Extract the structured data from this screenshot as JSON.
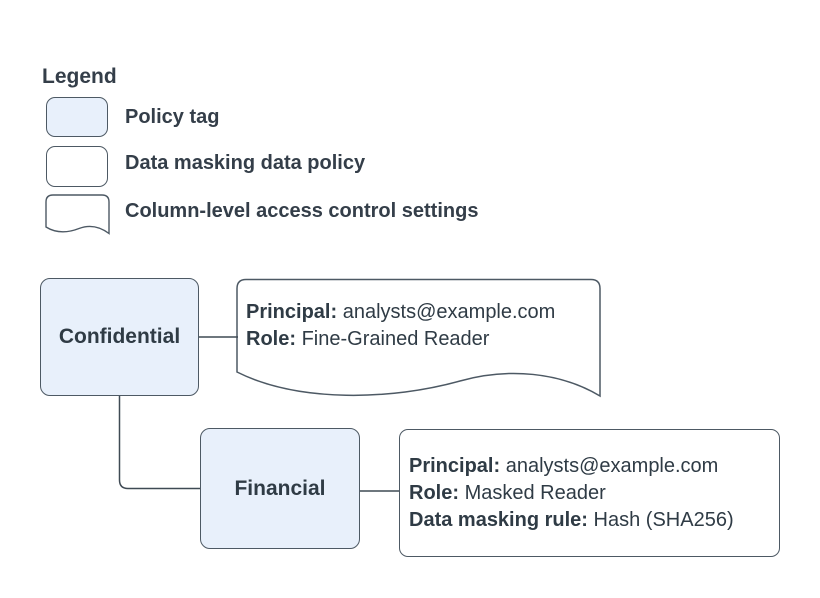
{
  "colors": {
    "policy_tag_fill": "#e8f0fb",
    "shape_fill": "#ffffff",
    "stroke": "#4d5964",
    "connector": "#3f4a54",
    "text": "#2f3b45"
  },
  "legend": {
    "title": "Legend",
    "items": [
      {
        "shape": "policy-tag-swatch",
        "label": "Policy tag"
      },
      {
        "shape": "data-masking-policy-swatch",
        "label": "Data masking data policy"
      },
      {
        "shape": "column-access-swatch",
        "label": "Column-level access control settings"
      }
    ]
  },
  "diagram": {
    "policy_tags": [
      {
        "label": "Confidential"
      },
      {
        "label": "Financial"
      }
    ],
    "access_control": {
      "lines": [
        {
          "label": "Principal:",
          "value": "analysts@example.com"
        },
        {
          "label": "Role:",
          "value": "Fine-Grained Reader"
        }
      ]
    },
    "masking_policy": {
      "lines": [
        {
          "label": "Principal:",
          "value": "analysts@example.com"
        },
        {
          "label": "Role:",
          "value": "Masked Reader"
        },
        {
          "label": "Data masking rule:",
          "value": "Hash (SHA256)"
        }
      ]
    }
  }
}
